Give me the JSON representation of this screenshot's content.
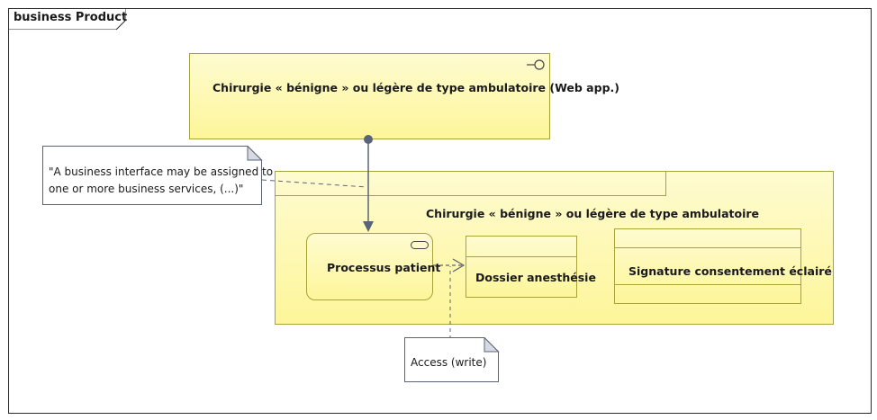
{
  "frame": {
    "title": "business Product"
  },
  "application_interface": {
    "label": "Chirurgie « bénigne » ou légère de type ambulatoire (Web app.)"
  },
  "product": {
    "label": "Chirurgie « bénigne » ou légère de type ambulatoire"
  },
  "process": {
    "label": "Processus patient"
  },
  "object_dossier": {
    "label": "Dossier anesthésie"
  },
  "object_signature": {
    "label": "Signature consentement éclairé"
  },
  "note_interface": {
    "line1": "\"A business interface may be assigned to",
    "line2": "one or more business services, (...)\""
  },
  "note_access": {
    "label": "Access (write)"
  },
  "colors": {
    "element_fill": "#fdf69a",
    "connector": "#5a6478",
    "frame_border": "#2b2b2b"
  }
}
